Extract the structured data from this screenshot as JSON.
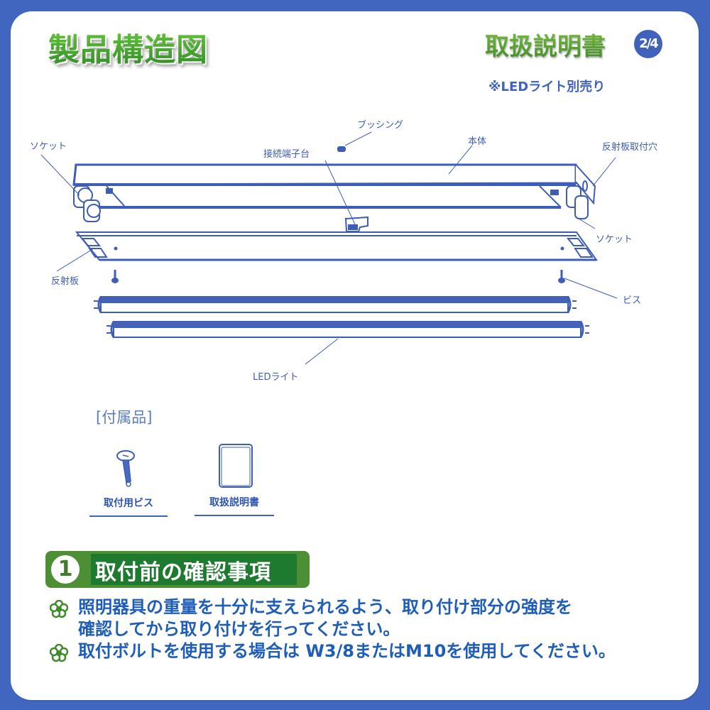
{
  "header": {
    "title": "製品構造図",
    "manual_title": "取扱説明書",
    "page_indicator": "2/4",
    "note": "※LEDライト別売り"
  },
  "diagram": {
    "labels": {
      "socket_left": "ソケット",
      "bushing": "ブッシング",
      "terminal_block": "接続端子台",
      "body": "本体",
      "reflector_mount_hole": "反射板取付穴",
      "socket_right": "ソケット",
      "reflector": "反射板",
      "screw": "ビス",
      "led_light": "LEDライト"
    },
    "colors": {
      "line": "#3e5db8",
      "tube_fill": "#4362b8"
    }
  },
  "accessories": {
    "title": "[付属品]",
    "items": [
      {
        "label": "取付用ビス",
        "icon": "screw-icon"
      },
      {
        "label": "取扱説明書",
        "icon": "manual-icon"
      }
    ]
  },
  "section": {
    "number": "1",
    "title": "取付前の確認事項",
    "bullets": [
      {
        "line1": "照明器具の重量を十分に支えられるよう、取り付け部分の強度を",
        "line2": "確認してから取り付けを行ってください。"
      },
      {
        "line1": "取付ボルトを使用する場合は W3/8またはM10を使用してください。"
      }
    ],
    "bullet_icon": "flower-icon"
  },
  "colors": {
    "frame": "#4066c0",
    "title_green": "#3a9a2c",
    "accent_blue": "#3e62bd",
    "section_green": "#4d8f34",
    "section_text_bg": "#1e7a2e",
    "bullet_text": "#1f5eb8"
  }
}
